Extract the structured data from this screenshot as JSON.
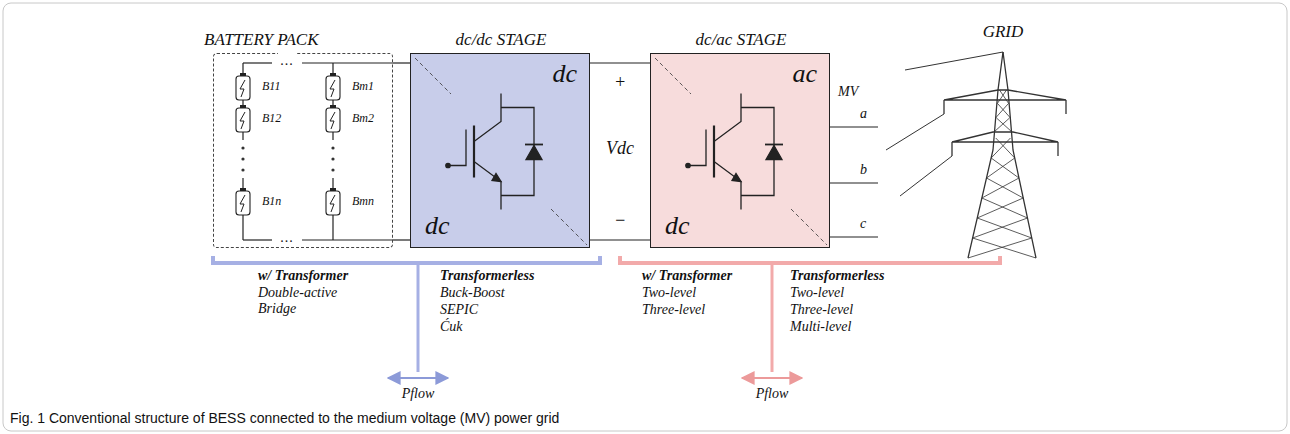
{
  "diagram": {
    "caption": "Fig. 1 Conventional structure of BESS connected to the medium voltage (MV) power grid",
    "nodes": [
      {
        "text": [
          "BATTERY PACK"
        ]
      },
      {
        "text": [
          "dc/dc STAGE",
          "dc",
          "dc"
        ]
      },
      {
        "text": [
          "dc/ac STAGE",
          "ac",
          "dc"
        ]
      }
    ],
    "edges": [
      {
        "from": 0,
        "to": 1,
        "arrow": "none"
      },
      {
        "from": 1,
        "to": 2,
        "arrow": "none"
      }
    ],
    "labels": [
      "B11",
      "B12",
      "B1n",
      "Bm1",
      "Bm2",
      "Bmn",
      "...",
      "...",
      "+",
      "Vdc",
      "−",
      "MV",
      "a",
      "b",
      "c",
      "GRID",
      "w/ Transformer",
      "Double-active Bridge",
      "Transformerless",
      "Buck-Boost",
      "SEPIC",
      "Ćuk",
      "Pflow",
      "w/ Transformer",
      "Two-level",
      "Three-level",
      "Transformerless",
      "Two-level",
      "Three-level",
      "Multi-level",
      "Pflow"
    ]
  }
}
